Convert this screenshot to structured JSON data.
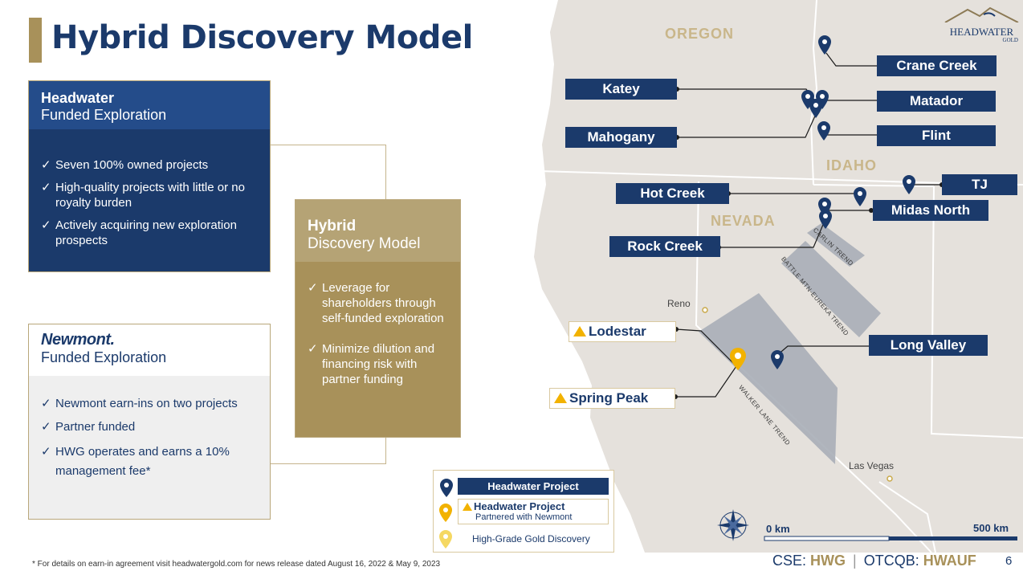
{
  "title": "Hybrid Discovery Model",
  "headwater_box": {
    "title_bold": "Headwater",
    "title_sub": "Funded Exploration",
    "bullets": [
      "Seven 100% owned projects",
      "High-quality projects with little or no royalty burden",
      "Actively acquiring new exploration prospects"
    ]
  },
  "newmont_box": {
    "logo": "Newmont.",
    "title_sub": "Funded Exploration",
    "bullets": [
      "Newmont earn-ins on two projects",
      "Partner funded",
      "HWG operates and earns a 10% management fee*"
    ]
  },
  "hybrid_box": {
    "title_bold": "Hybrid",
    "title_sub": "Discovery Model",
    "bullets": [
      "Leverage for shareholders through self-funded exploration",
      "Minimize dilution and financing risk with partner funding"
    ]
  },
  "check": "✓",
  "map": {
    "states": {
      "oregon": "OREGON",
      "idaho": "IDAHO",
      "nevada": "NEVADA"
    },
    "cities": {
      "reno": "Reno",
      "las_vegas": "Las Vegas"
    },
    "trends": {
      "carlin": "CARLIN TREND",
      "battle": "BATTLE MTN-EUREKA TREND",
      "walker": "WALKER LANE TREND"
    },
    "projects": {
      "crane_creek": "Crane Creek",
      "katey": "Katey",
      "matador": "Matador",
      "mahogany": "Mahogany",
      "flint": "Flint",
      "tj": "TJ",
      "hot_creek": "Hot Creek",
      "midas_north": "Midas North",
      "rock_creek": "Rock Creek",
      "lodestar": "Lodestar",
      "long_valley": "Long Valley",
      "spring_peak": "Spring Peak"
    },
    "scale": {
      "start": "0 km",
      "end": "500 km"
    }
  },
  "legend": {
    "headwater_project": "Headwater Project",
    "partnered_title": "Headwater Project",
    "partnered_sub": "Partnered with Newmont",
    "discovery": "High-Grade Gold Discovery"
  },
  "logo": {
    "name": "HEADWATER",
    "sub": "GOLD"
  },
  "footer_note": "* For details on earn-in agreement visit headwatergold.com for news release dated August 16, 2022 & May 9, 2023",
  "ticker": {
    "cse_label": "CSE:",
    "cse": "HWG",
    "sep": "|",
    "otc_label": "OTCQB:",
    "otc": "HWAUF"
  },
  "page_number": "6",
  "colors": {
    "navy": "#1b3a6b",
    "gold": "#a8915a",
    "marker_gold": "#f2b200",
    "map_land": "#e5e1dc",
    "trend": "#a9aeb7"
  }
}
